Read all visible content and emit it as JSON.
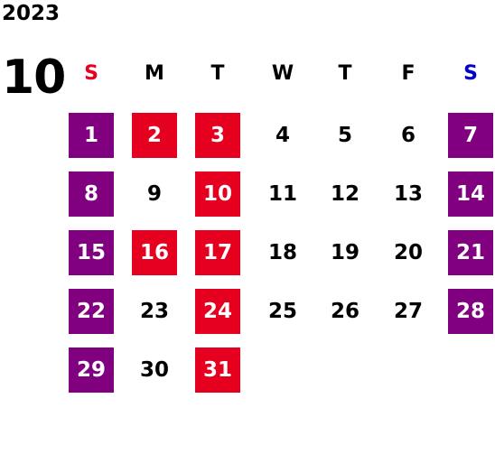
{
  "year": "2023",
  "month": "10",
  "weekdays": [
    "S",
    "M",
    "T",
    "W",
    "T",
    "F",
    "S"
  ],
  "weekday_colors": [
    "#e60020",
    "#000000",
    "#000000",
    "#000000",
    "#000000",
    "#000000",
    "#0000cc"
  ],
  "colors": {
    "red": "#e60020",
    "purple": "#800080",
    "text": "#000000"
  },
  "days": [
    {
      "d": "1",
      "style": "purple"
    },
    {
      "d": "2",
      "style": "red"
    },
    {
      "d": "3",
      "style": "red"
    },
    {
      "d": "4",
      "style": "plain"
    },
    {
      "d": "5",
      "style": "plain"
    },
    {
      "d": "6",
      "style": "plain"
    },
    {
      "d": "7",
      "style": "purple"
    },
    {
      "d": "8",
      "style": "purple"
    },
    {
      "d": "9",
      "style": "plain"
    },
    {
      "d": "10",
      "style": "red"
    },
    {
      "d": "11",
      "style": "plain"
    },
    {
      "d": "12",
      "style": "plain"
    },
    {
      "d": "13",
      "style": "plain"
    },
    {
      "d": "14",
      "style": "purple"
    },
    {
      "d": "15",
      "style": "purple"
    },
    {
      "d": "16",
      "style": "red"
    },
    {
      "d": "17",
      "style": "red"
    },
    {
      "d": "18",
      "style": "plain"
    },
    {
      "d": "19",
      "style": "plain"
    },
    {
      "d": "20",
      "style": "plain"
    },
    {
      "d": "21",
      "style": "purple"
    },
    {
      "d": "22",
      "style": "purple"
    },
    {
      "d": "23",
      "style": "plain"
    },
    {
      "d": "24",
      "style": "red"
    },
    {
      "d": "25",
      "style": "plain"
    },
    {
      "d": "26",
      "style": "plain"
    },
    {
      "d": "27",
      "style": "plain"
    },
    {
      "d": "28",
      "style": "purple"
    },
    {
      "d": "29",
      "style": "purple"
    },
    {
      "d": "30",
      "style": "plain"
    },
    {
      "d": "31",
      "style": "red"
    }
  ]
}
